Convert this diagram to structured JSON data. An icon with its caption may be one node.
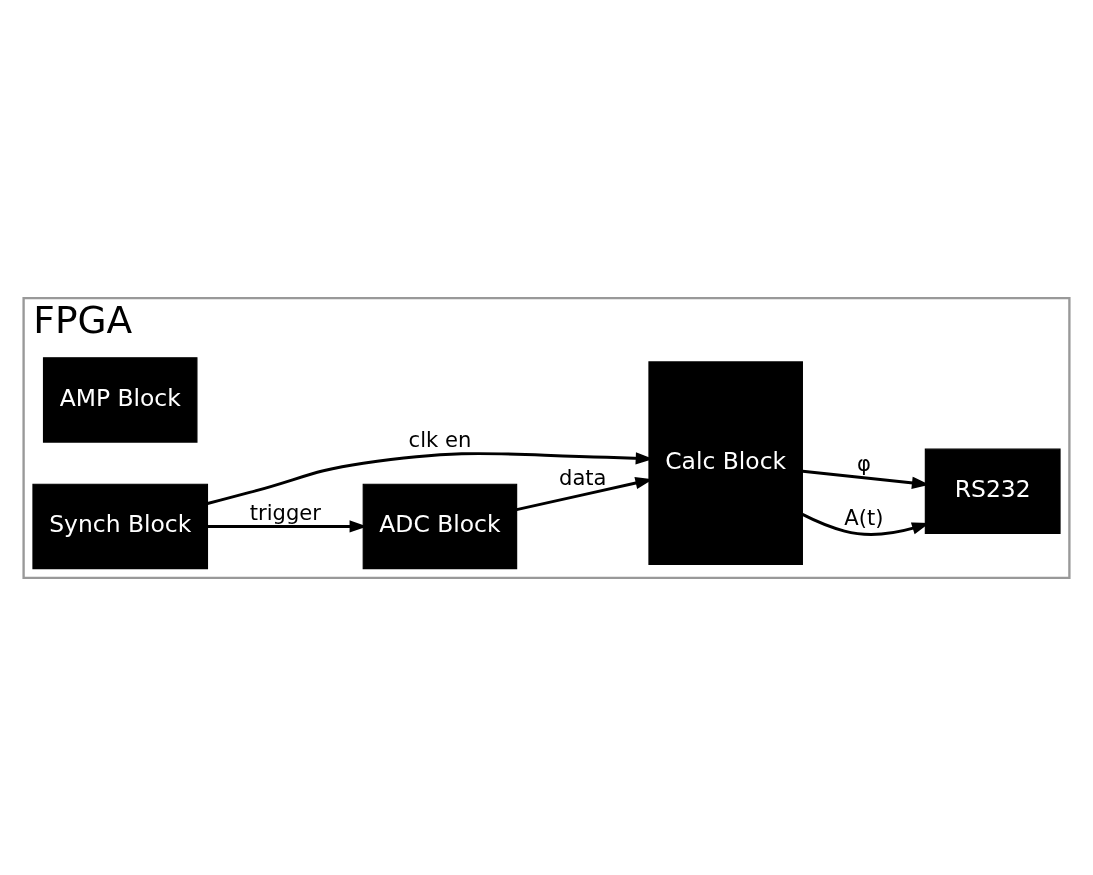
{
  "diagram": {
    "nodes": [
      {
        "text": [
          "FPGA"
        ]
      },
      {
        "text": [
          "AMP Block"
        ],
        "in": 0
      },
      {
        "text": [
          "ADC Block"
        ],
        "in": 0
      },
      {
        "text": [
          "Calc Block"
        ],
        "in": 0
      },
      {
        "text": [
          "RS232"
        ],
        "in": 0
      },
      {
        "text": [
          "Synch Block"
        ],
        "in": 0
      }
    ],
    "edges": [
      {
        "from": 2,
        "to": 3,
        "arrow": "to",
        "label": "data"
      },
      {
        "from": 5,
        "to": 2,
        "arrow": "to",
        "label": "trigger"
      },
      {
        "from": 5,
        "to": 3,
        "arrow": "to",
        "label": "clk en"
      },
      {
        "from": 3,
        "to": 4,
        "arrow": "to",
        "label": "A(t)"
      },
      {
        "from": 3,
        "to": 4,
        "arrow": "to",
        "label": "φ"
      }
    ]
  }
}
